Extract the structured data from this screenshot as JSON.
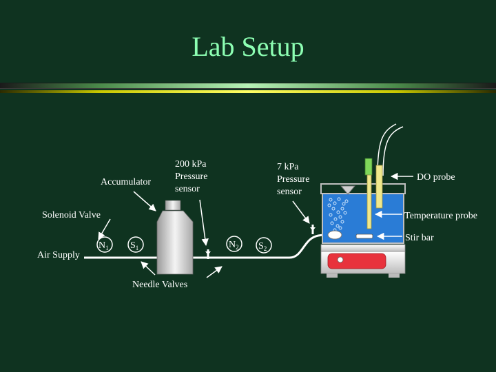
{
  "title": "Lab Setup",
  "labels": {
    "accumulator": "Accumulator",
    "pressure_200": [
      "200 kPa",
      "Pressure",
      "sensor"
    ],
    "pressure_7": [
      "7 kPa",
      "Pressure",
      "sensor"
    ],
    "do_probe": "DO probe",
    "solenoid_valve": "Solenoid Valve",
    "temperature_probe": "Temperature probe",
    "air_supply": "Air Supply",
    "stir_bar": "Stir bar",
    "needle_valves": "Needle Valves"
  },
  "nodes": {
    "n1": {
      "main": "N",
      "sub": "1"
    },
    "s1": {
      "main": "S",
      "sub": "1"
    },
    "n2": {
      "main": "N",
      "sub": "2"
    },
    "s2": {
      "main": "S",
      "sub": "2"
    }
  },
  "colors": {
    "background": "#0f3320",
    "title": "#8dffb3",
    "water": "#2a7cd6",
    "plate": "#e8323c",
    "probe_do": "#f0e88c",
    "probe_green": "#7fd65a"
  }
}
